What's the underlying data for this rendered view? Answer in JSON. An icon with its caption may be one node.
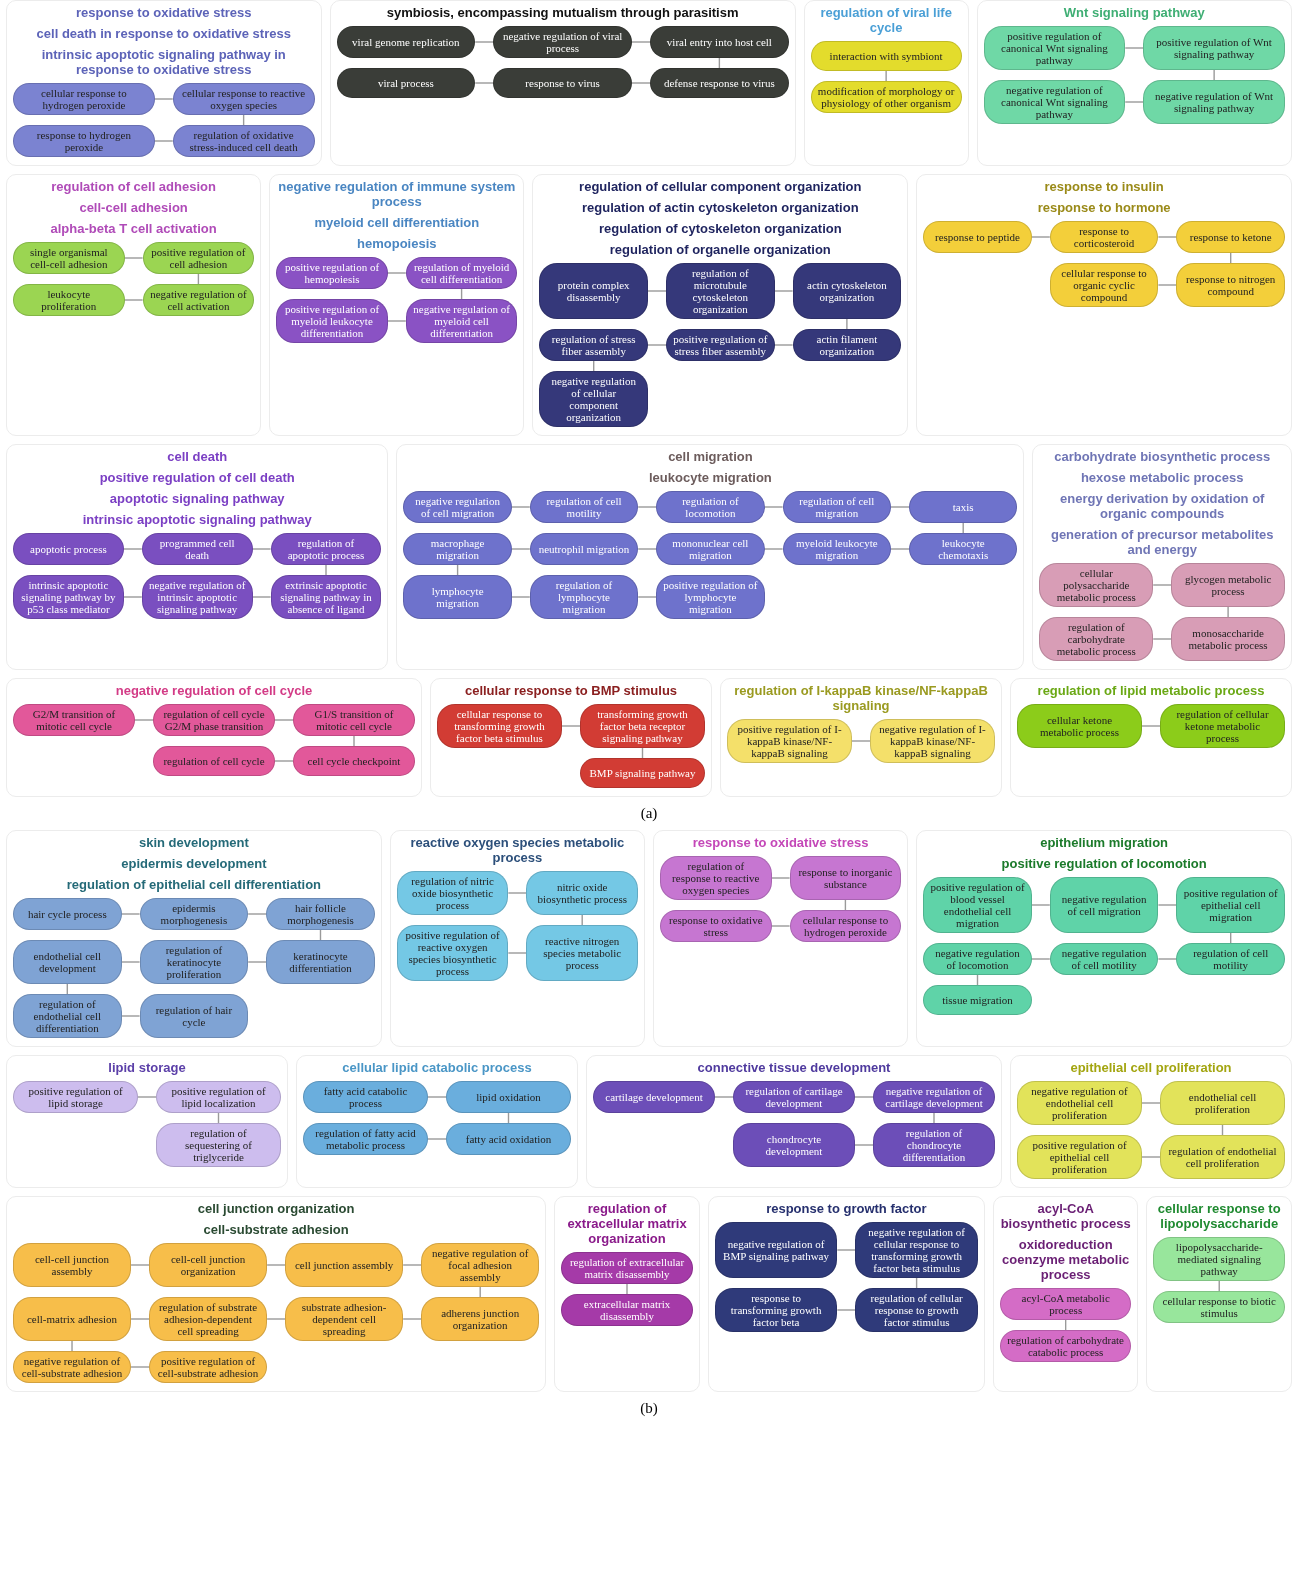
{
  "diagram": {
    "nodes": [
      {
        "text": [
          "response to oxidative stress",
          "cell death in response to oxidative stress",
          "intrinsic apoptotic signaling pathway in response to oxidative stress"
        ]
      },
      {
        "text": [
          "cellular response to hydrogen peroxide"
        ],
        "in": 0
      },
      {
        "text": [
          "cellular response to reactive oxygen species"
        ],
        "in": 0
      },
      {
        "text": [
          "regulation of oxidative stress-induced cell death"
        ],
        "in": 0
      },
      {
        "text": [
          "response to hydrogen peroxide"
        ],
        "in": 0
      },
      {
        "text": [
          "symbiosis, encompassing mutualism through parasitism"
        ]
      },
      {
        "text": [
          "viral genome replication"
        ],
        "in": 5
      },
      {
        "text": [
          "negative regulation of viral process"
        ],
        "in": 5
      },
      {
        "text": [
          "viral entry into host cell"
        ],
        "in": 5
      },
      {
        "text": [
          "defense response to virus"
        ],
        "in": 5
      },
      {
        "text": [
          "response to virus"
        ],
        "in": 5
      },
      {
        "text": [
          "viral process"
        ],
        "in": 5
      },
      {
        "text": [
          "regulation of viral life cycle"
        ]
      },
      {
        "text": [
          "interaction with symbiont"
        ],
        "in": 12
      },
      {
        "text": [
          "modification of morphology or physiology of other organism"
        ],
        "in": 12
      },
      {
        "text": [
          "negative regulation of cell cycle"
        ]
      },
      {
        "text": [
          "G2/M transition of mitotic cell cycle"
        ],
        "in": 15
      },
      {
        "text": [
          "regulation of cell cycle G2/M phase transition"
        ],
        "in": 15
      },
      {
        "text": [
          "G1/S transition of mitotic cell cycle"
        ],
        "in": 15
      },
      {
        "text": [
          "cell cycle checkpoint"
        ],
        "in": 15
      },
      {
        "text": [
          "regulation of cell cycle"
        ],
        "in": 15
      },
      {
        "text": [
          "regulation of cell adhesion",
          "cell-cell adhesion",
          "alpha-beta T cell activation"
        ]
      },
      {
        "text": [
          "single organismal cell-cell adhesion"
        ],
        "in": 21
      },
      {
        "text": [
          "positive regulation of cell adhesion"
        ],
        "in": 21
      },
      {
        "text": [
          "negative regulation of cell activation"
        ],
        "in": 21
      },
      {
        "text": [
          "leukocyte proliferation"
        ],
        "in": 21
      },
      {
        "text": [
          "negative regulation of immune system process",
          "myeloid cell differentiation",
          "hemopoiesis"
        ]
      },
      {
        "text": [
          "positive regulation of hemopoiesis"
        ],
        "in": 26
      },
      {
        "text": [
          "regulation of myeloid cell differentiation"
        ],
        "in": 26
      },
      {
        "text": [
          "negative regulation of myeloid cell differentiation"
        ],
        "in": 26
      },
      {
        "text": [
          "positive regulation of myeloid leukocyte differentiation"
        ],
        "in": 26
      },
      {
        "text": [
          "Wnt signaling pathway"
        ]
      },
      {
        "text": [
          "positive regulation of canonical Wnt signaling pathway"
        ],
        "in": 31
      },
      {
        "text": [
          "positive regulation of Wnt signaling pathway"
        ],
        "in": 31
      },
      {
        "text": [
          "negative regulation of Wnt signaling pathway"
        ],
        "in": 31
      },
      {
        "text": [
          "negative regulation of canonical Wnt signaling pathway"
        ],
        "in": 31
      },
      {
        "text": [
          "regulation of cellular component organization",
          "regulation of actin cytoskeleton organization",
          "regulation of cytoskeleton organization",
          "regulation of organelle organization"
        ]
      },
      {
        "text": [
          "protein complex disassembly"
        ],
        "in": 36
      },
      {
        "text": [
          "regulation of microtubule cytoskeleton organization"
        ],
        "in": 36
      },
      {
        "text": [
          "actin cytoskeleton organization"
        ],
        "in": 36
      },
      {
        "text": [
          "actin filament organization"
        ],
        "in": 36
      },
      {
        "text": [
          "positive regulation of stress fiber assembly"
        ],
        "in": 36
      },
      {
        "text": [
          "regulation of stress fiber assembly"
        ],
        "in": 36
      },
      {
        "text": [
          "negative regulation of cellular component organization"
        ],
        "in": 36
      },
      {
        "text": [
          "response to insulin",
          "response to hormone"
        ]
      },
      {
        "text": [
          "response to peptide"
        ],
        "in": 44
      },
      {
        "text": [
          "response to corticosteroid"
        ],
        "in": 44
      },
      {
        "text": [
          "response to ketone"
        ],
        "in": 44
      },
      {
        "text": [
          "response to nitrogen compound"
        ],
        "in": 44
      },
      {
        "text": [
          "cellular response to organic cyclic compound"
        ],
        "in": 44
      },
      {
        "text": [
          "cell death",
          "positive regulation of cell death",
          "apoptotic signaling pathway",
          "intrinsic apoptotic signaling pathway"
        ]
      },
      {
        "text": [
          "apoptotic process"
        ],
        "in": 50
      },
      {
        "text": [
          "programmed cell death"
        ],
        "in": 50
      },
      {
        "text": [
          "regulation of apoptotic process"
        ],
        "in": 50
      },
      {
        "text": [
          "extrinsic apoptotic signaling pathway in absence of ligand"
        ],
        "in": 50
      },
      {
        "text": [
          "negative regulation of intrinsic apoptotic signaling pathway"
        ],
        "in": 50
      },
      {
        "text": [
          "intrinsic apoptotic signaling pathway by p53 class mediator"
        ],
        "in": 50
      },
      {
        "text": [
          "cellular response to BMP stimulus"
        ]
      },
      {
        "text": [
          "cellular response to transforming growth factor beta stimulus"
        ],
        "in": 57
      },
      {
        "text": [
          "transforming growth factor beta receptor signaling pathway"
        ],
        "in": 57
      },
      {
        "text": [
          "BMP signaling pathway"
        ],
        "in": 57
      },
      {
        "text": [
          "regulation of I-kappaB kinase/NF-kappaB signaling"
        ]
      },
      {
        "text": [
          "positive regulation of I-kappaB kinase/NF-kappaB signaling"
        ],
        "in": 61
      },
      {
        "text": [
          "negative regulation of I-kappaB kinase/NF-kappaB signaling"
        ],
        "in": 61
      },
      {
        "text": [
          "carbohydrate biosynthetic process",
          "hexose metabolic process",
          "energy derivation by oxidation of organic compounds",
          "generation of precursor metabolites and energy"
        ]
      },
      {
        "text": [
          "cellular polysaccharide metabolic process"
        ],
        "in": 64
      },
      {
        "text": [
          "glycogen metabolic process"
        ],
        "in": 64
      },
      {
        "text": [
          "monosaccharide metabolic process"
        ],
        "in": 64
      },
      {
        "text": [
          "regulation of carbohydrate metabolic process"
        ],
        "in": 64
      },
      {
        "text": [
          "regulation of lipid metabolic process"
        ]
      },
      {
        "text": [
          "cellular ketone metabolic process"
        ],
        "in": 69
      },
      {
        "text": [
          "regulation of cellular ketone metabolic process"
        ],
        "in": 69
      },
      {
        "text": [
          "cell migration",
          "leukocyte migration"
        ]
      },
      {
        "text": [
          "negative regulation of cell migration"
        ],
        "in": 72
      },
      {
        "text": [
          "regulation of cell motility"
        ],
        "in": 72
      },
      {
        "text": [
          "regulation of locomotion"
        ],
        "in": 72
      },
      {
        "text": [
          "regulation of cell migration"
        ],
        "in": 72
      },
      {
        "text": [
          "taxis"
        ],
        "in": 72
      },
      {
        "text": [
          "leukocyte chemotaxis"
        ],
        "in": 72
      },
      {
        "text": [
          "myeloid leukocyte migration"
        ],
        "in": 72
      },
      {
        "text": [
          "mononuclear cell migration"
        ],
        "in": 72
      },
      {
        "text": [
          "neutrophil migration"
        ],
        "in": 72
      },
      {
        "text": [
          "macrophage migration"
        ],
        "in": 72
      },
      {
        "text": [
          "lymphocyte migration"
        ],
        "in": 72
      },
      {
        "text": [
          "regulation of lymphocyte migration"
        ],
        "in": 72
      },
      {
        "text": [
          "positive regulation of lymphocyte migration"
        ],
        "in": 72
      },
      {
        "text": [
          "skin development",
          "epidermis development",
          "regulation of epithelial cell differentiation"
        ]
      },
      {
        "text": [
          "hair cycle process"
        ],
        "in": 86
      },
      {
        "text": [
          "epidermis morphogenesis"
        ],
        "in": 86
      },
      {
        "text": [
          "hair follicle morphogenesis"
        ],
        "in": 86
      },
      {
        "text": [
          "keratinocyte differentiation"
        ],
        "in": 86
      },
      {
        "text": [
          "regulation of keratinocyte proliferation"
        ],
        "in": 86
      },
      {
        "text": [
          "endothelial cell development"
        ],
        "in": 86
      },
      {
        "text": [
          "regulation of endothelial cell differentiation"
        ],
        "in": 86
      },
      {
        "text": [
          "regulation of hair cycle"
        ],
        "in": 86
      },
      {
        "text": [
          "reactive oxygen species metabolic process"
        ]
      },
      {
        "text": [
          "regulation of nitric oxide biosynthetic process"
        ],
        "in": 95
      },
      {
        "text": [
          "nitric oxide biosynthetic process"
        ],
        "in": 95
      },
      {
        "text": [
          "reactive nitrogen species metabolic process"
        ],
        "in": 95
      },
      {
        "text": [
          "positive regulation of reactive oxygen species biosynthetic process"
        ],
        "in": 95
      },
      {
        "text": [
          "response to oxidative stress"
        ]
      },
      {
        "text": [
          "regulation of response to reactive oxygen species"
        ],
        "in": 100
      },
      {
        "text": [
          "response to inorganic substance"
        ],
        "in": 100
      },
      {
        "text": [
          "cellular response to hydrogen peroxide"
        ],
        "in": 100
      },
      {
        "text": [
          "response to oxidative stress"
        ],
        "in": 100
      },
      {
        "text": [
          "epithelium migration",
          "positive regulation of locomotion"
        ]
      },
      {
        "text": [
          "positive regulation of blood vessel endothelial cell migration"
        ],
        "in": 105
      },
      {
        "text": [
          "negative regulation of cell migration"
        ],
        "in": 105
      },
      {
        "text": [
          "positive regulation of epithelial cell migration"
        ],
        "in": 105
      },
      {
        "text": [
          "regulation of cell motility"
        ],
        "in": 105
      },
      {
        "text": [
          "negative regulation of cell motility"
        ],
        "in": 105
      },
      {
        "text": [
          "negative regulation of locomotion"
        ],
        "in": 105
      },
      {
        "text": [
          "tissue migration"
        ],
        "in": 105
      },
      {
        "text": [
          "lipid storage"
        ]
      },
      {
        "text": [
          "positive regulation of lipid storage"
        ],
        "in": 113
      },
      {
        "text": [
          "positive regulation of lipid localization"
        ],
        "in": 113
      },
      {
        "text": [
          "regulation of sequestering of triglyceride"
        ],
        "in": 113
      },
      {
        "text": [
          "cellular lipid catabolic process"
        ]
      },
      {
        "text": [
          "fatty acid catabolic process"
        ],
        "in": 117
      },
      {
        "text": [
          "lipid oxidation"
        ],
        "in": 117
      },
      {
        "text": [
          "fatty acid oxidation"
        ],
        "in": 117
      },
      {
        "text": [
          "regulation of fatty acid metabolic process"
        ],
        "in": 117
      },
      {
        "text": [
          "connective tissue development"
        ]
      },
      {
        "text": [
          "cartilage development"
        ],
        "in": 122
      },
      {
        "text": [
          "regulation of cartilage development"
        ],
        "in": 122
      },
      {
        "text": [
          "negative regulation of cartilage development"
        ],
        "in": 122
      },
      {
        "text": [
          "regulation of chondrocyte differentiation"
        ],
        "in": 122
      },
      {
        "text": [
          "chondrocyte development"
        ],
        "in": 122
      },
      {
        "text": [
          "epithelial cell proliferation"
        ]
      },
      {
        "text": [
          "negative regulation of endothelial cell proliferation"
        ],
        "in": 128
      },
      {
        "text": [
          "endothelial cell proliferation"
        ],
        "in": 128
      },
      {
        "text": [
          "regulation of endothelial cell proliferation"
        ],
        "in": 128
      },
      {
        "text": [
          "positive regulation of epithelial cell proliferation"
        ],
        "in": 128
      },
      {
        "text": [
          "cell junction organization",
          "cell-substrate adhesion"
        ]
      },
      {
        "text": [
          "cell-cell junction assembly"
        ],
        "in": 133
      },
      {
        "text": [
          "cell-cell junction organization"
        ],
        "in": 133
      },
      {
        "text": [
          "cell junction assembly"
        ],
        "in": 133
      },
      {
        "text": [
          "negative regulation of focal adhesion assembly"
        ],
        "in": 133
      },
      {
        "text": [
          "adherens junction organization"
        ],
        "in": 133
      },
      {
        "text": [
          "substrate adhesion-dependent cell spreading"
        ],
        "in": 133
      },
      {
        "text": [
          "regulation of substrate adhesion-dependent cell spreading"
        ],
        "in": 133
      },
      {
        "text": [
          "cell-matrix adhesion"
        ],
        "in": 133
      },
      {
        "text": [
          "negative regulation of cell-substrate adhesion"
        ],
        "in": 133
      },
      {
        "text": [
          "positive regulation of cell-substrate adhesion"
        ],
        "in": 133
      },
      {
        "text": [
          "regulation of extracellular matrix organization"
        ]
      },
      {
        "text": [
          "regulation of extracellular matrix disassembly"
        ],
        "in": 144
      },
      {
        "text": [
          "extracellular matrix disassembly"
        ],
        "in": 144
      },
      {
        "text": [
          "response to growth factor"
        ]
      },
      {
        "text": [
          "negative regulation of BMP signaling pathway"
        ],
        "in": 147
      },
      {
        "text": [
          "negative regulation of cellular response to transforming growth factor beta stimulus"
        ],
        "in": 147
      },
      {
        "text": [
          "regulation of cellular response to growth factor stimulus"
        ],
        "in": 147
      },
      {
        "text": [
          "response to transforming growth factor beta"
        ],
        "in": 147
      },
      {
        "text": [
          "acyl-CoA biosynthetic process",
          "oxidoreduction coenzyme metabolic process"
        ]
      },
      {
        "text": [
          "acyl-CoA metabolic process"
        ],
        "in": 152
      },
      {
        "text": [
          "regulation of carbohydrate catabolic process"
        ],
        "in": 152
      },
      {
        "text": [
          "cellular response to lipopolysaccharide"
        ]
      },
      {
        "text": [
          "lipopolysaccharide-mediated signaling pathway"
        ],
        "in": 155
      },
      {
        "text": [
          "cellular response to biotic stimulus"
        ],
        "in": 155
      }
    ],
    "edges": [
      {
        "from": 1,
        "to": 2,
        "arrow": "none"
      },
      {
        "from": 2,
        "to": 3,
        "arrow": "none"
      },
      {
        "from": 3,
        "to": 4,
        "arrow": "none"
      },
      {
        "from": 6,
        "to": 7,
        "arrow": "none"
      },
      {
        "from": 7,
        "to": 8,
        "arrow": "none"
      },
      {
        "from": 8,
        "to": 9,
        "arrow": "none"
      },
      {
        "from": 9,
        "to": 10,
        "arrow": "none"
      },
      {
        "from": 10,
        "to": 11,
        "arrow": "none"
      },
      {
        "from": 13,
        "to": 14,
        "arrow": "none"
      },
      {
        "from": 16,
        "to": 17,
        "arrow": "none"
      },
      {
        "from": 17,
        "to": 18,
        "arrow": "none"
      },
      {
        "from": 18,
        "to": 19,
        "arrow": "none"
      },
      {
        "from": 19,
        "to": 20,
        "arrow": "none"
      },
      {
        "from": 22,
        "to": 23,
        "arrow": "none"
      },
      {
        "from": 23,
        "to": 24,
        "arrow": "none"
      },
      {
        "from": 24,
        "to": 25,
        "arrow": "none"
      },
      {
        "from": 27,
        "to": 28,
        "arrow": "none"
      },
      {
        "from": 28,
        "to": 29,
        "arrow": "none"
      },
      {
        "from": 29,
        "to": 30,
        "arrow": "none"
      },
      {
        "from": 32,
        "to": 33,
        "arrow": "none"
      },
      {
        "from": 33,
        "to": 34,
        "arrow": "none"
      },
      {
        "from": 34,
        "to": 35,
        "arrow": "none"
      },
      {
        "from": 37,
        "to": 38,
        "arrow": "none"
      },
      {
        "from": 38,
        "to": 39,
        "arrow": "none"
      },
      {
        "from": 39,
        "to": 40,
        "arrow": "none"
      },
      {
        "from": 40,
        "to": 41,
        "arrow": "none"
      },
      {
        "from": 41,
        "to": 42,
        "arrow": "none"
      },
      {
        "from": 42,
        "to": 43,
        "arrow": "none"
      },
      {
        "from": 45,
        "to": 46,
        "arrow": "none"
      },
      {
        "from": 46,
        "to": 47,
        "arrow": "none"
      },
      {
        "from": 47,
        "to": 48,
        "arrow": "none"
      },
      {
        "from": 48,
        "to": 49,
        "arrow": "none"
      },
      {
        "from": 51,
        "to": 52,
        "arrow": "none"
      },
      {
        "from": 52,
        "to": 53,
        "arrow": "none"
      },
      {
        "from": 53,
        "to": 54,
        "arrow": "none"
      },
      {
        "from": 54,
        "to": 55,
        "arrow": "none"
      },
      {
        "from": 55,
        "to": 56,
        "arrow": "none"
      },
      {
        "from": 58,
        "to": 59,
        "arrow": "none"
      },
      {
        "from": 59,
        "to": 60,
        "arrow": "none"
      },
      {
        "from": 62,
        "to": 63,
        "arrow": "none"
      },
      {
        "from": 65,
        "to": 66,
        "arrow": "none"
      },
      {
        "from": 66,
        "to": 67,
        "arrow": "none"
      },
      {
        "from": 67,
        "to": 68,
        "arrow": "none"
      },
      {
        "from": 70,
        "to": 71,
        "arrow": "none"
      },
      {
        "from": 73,
        "to": 74,
        "arrow": "none"
      },
      {
        "from": 74,
        "to": 75,
        "arrow": "none"
      },
      {
        "from": 75,
        "to": 76,
        "arrow": "none"
      },
      {
        "from": 76,
        "to": 77,
        "arrow": "none"
      },
      {
        "from": 77,
        "to": 78,
        "arrow": "none"
      },
      {
        "from": 78,
        "to": 79,
        "arrow": "none"
      },
      {
        "from": 79,
        "to": 80,
        "arrow": "none"
      },
      {
        "from": 80,
        "to": 81,
        "arrow": "none"
      },
      {
        "from": 81,
        "to": 82,
        "arrow": "none"
      },
      {
        "from": 82,
        "to": 83,
        "arrow": "none"
      },
      {
        "from": 83,
        "to": 84,
        "arrow": "none"
      },
      {
        "from": 84,
        "to": 85,
        "arrow": "none"
      },
      {
        "from": 87,
        "to": 88,
        "arrow": "none"
      },
      {
        "from": 88,
        "to": 89,
        "arrow": "none"
      },
      {
        "from": 89,
        "to": 90,
        "arrow": "none"
      },
      {
        "from": 90,
        "to": 91,
        "arrow": "none"
      },
      {
        "from": 91,
        "to": 92,
        "arrow": "none"
      },
      {
        "from": 92,
        "to": 93,
        "arrow": "none"
      },
      {
        "from": 93,
        "to": 94,
        "arrow": "none"
      },
      {
        "from": 96,
        "to": 97,
        "arrow": "none"
      },
      {
        "from": 97,
        "to": 98,
        "arrow": "none"
      },
      {
        "from": 98,
        "to": 99,
        "arrow": "none"
      },
      {
        "from": 101,
        "to": 102,
        "arrow": "none"
      },
      {
        "from": 102,
        "to": 103,
        "arrow": "none"
      },
      {
        "from": 103,
        "to": 104,
        "arrow": "none"
      },
      {
        "from": 106,
        "to": 107,
        "arrow": "none"
      },
      {
        "from": 107,
        "to": 108,
        "arrow": "none"
      },
      {
        "from": 108,
        "to": 109,
        "arrow": "none"
      },
      {
        "from": 109,
        "to": 110,
        "arrow": "none"
      },
      {
        "from": 110,
        "to": 111,
        "arrow": "none"
      },
      {
        "from": 111,
        "to": 112,
        "arrow": "none"
      },
      {
        "from": 114,
        "to": 115,
        "arrow": "none"
      },
      {
        "from": 115,
        "to": 116,
        "arrow": "none"
      },
      {
        "from": 118,
        "to": 119,
        "arrow": "none"
      },
      {
        "from": 119,
        "to": 120,
        "arrow": "none"
      },
      {
        "from": 120,
        "to": 121,
        "arrow": "none"
      },
      {
        "from": 123,
        "to": 124,
        "arrow": "none"
      },
      {
        "from": 124,
        "to": 125,
        "arrow": "none"
      },
      {
        "from": 125,
        "to": 126,
        "arrow": "none"
      },
      {
        "from": 126,
        "to": 127,
        "arrow": "none"
      },
      {
        "from": 129,
        "to": 130,
        "arrow": "none"
      },
      {
        "from": 130,
        "to": 131,
        "arrow": "none"
      },
      {
        "from": 131,
        "to": 132,
        "arrow": "none"
      },
      {
        "from": 134,
        "to": 135,
        "arrow": "none"
      },
      {
        "from": 135,
        "to": 136,
        "arrow": "none"
      },
      {
        "from": 136,
        "to": 137,
        "arrow": "none"
      },
      {
        "from": 137,
        "to": 138,
        "arrow": "none"
      },
      {
        "from": 138,
        "to": 139,
        "arrow": "none"
      },
      {
        "from": 139,
        "to": 140,
        "arrow": "none"
      },
      {
        "from": 140,
        "to": 141,
        "arrow": "none"
      },
      {
        "from": 141,
        "to": 142,
        "arrow": "none"
      },
      {
        "from": 142,
        "to": 143,
        "arrow": "none"
      },
      {
        "from": 145,
        "to": 146,
        "arrow": "none"
      },
      {
        "from": 148,
        "to": 149,
        "arrow": "none"
      },
      {
        "from": 149,
        "to": 150,
        "arrow": "none"
      },
      {
        "from": 150,
        "to": 151,
        "arrow": "none"
      },
      {
        "from": 153,
        "to": 154,
        "arrow": "none"
      },
      {
        "from": 156,
        "to": 157,
        "arrow": "none"
      }
    ],
    "labels": [
      "(a)",
      "(b)"
    ]
  }
}
